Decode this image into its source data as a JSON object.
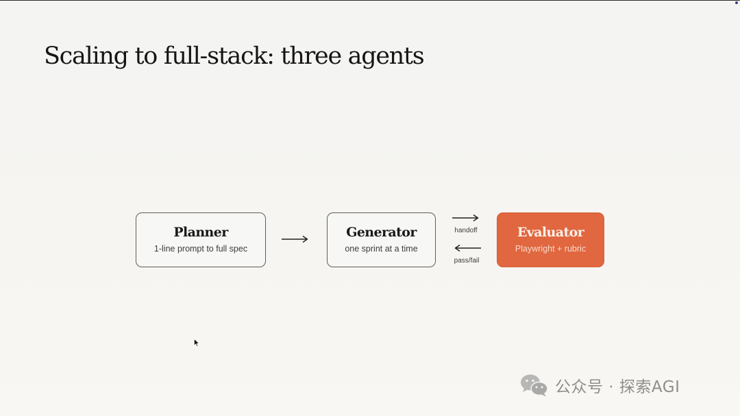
{
  "slide": {
    "title": "Scaling to full-stack: three agents"
  },
  "diagram": {
    "nodes": [
      {
        "id": "planner",
        "name": "Planner",
        "description": "1-line prompt to full spec",
        "highlighted": false
      },
      {
        "id": "generator",
        "name": "Generator",
        "description": "one sprint at a time",
        "highlighted": false
      },
      {
        "id": "evaluator",
        "name": "Evaluator",
        "description": "Playwright + rubric",
        "highlighted": true
      }
    ],
    "edges": [
      {
        "from": "planner",
        "to": "generator",
        "label": ""
      },
      {
        "from": "generator",
        "to": "evaluator",
        "label": "handoff"
      },
      {
        "from": "evaluator",
        "to": "generator",
        "label": "pass/fail"
      }
    ],
    "highlight_color": "#e0673f"
  },
  "watermark": {
    "text": "公众号 · 探索AGI",
    "icon": "wechat-logo-icon"
  },
  "colors": {
    "background": "#f5f5f3",
    "text": "#161513",
    "accent": "#e0673f"
  }
}
